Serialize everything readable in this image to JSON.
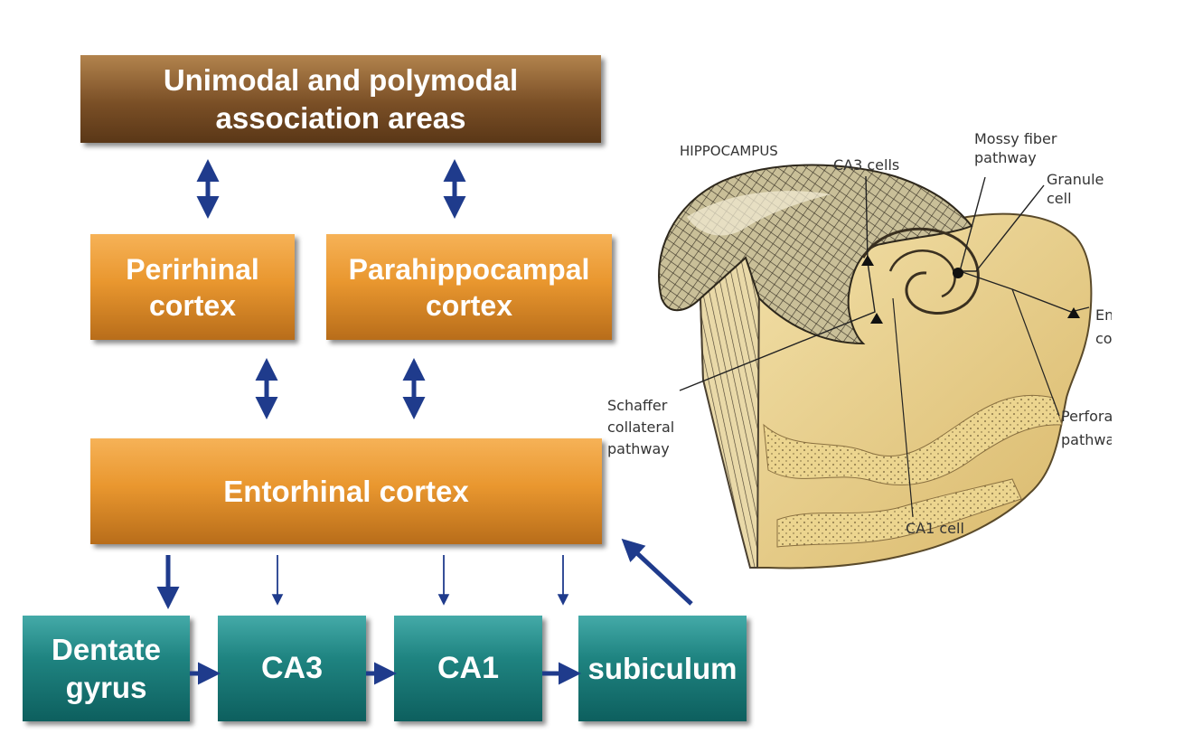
{
  "flowchart": {
    "association": "Unimodal and polymodal association areas",
    "perirhinal": "Perirhinal cortex",
    "parahippocampal": "Parahippocampal cortex",
    "entorhinal": "Entorhinal cortex",
    "dentate": "Dentate gyrus",
    "ca3": "CA3",
    "ca1": "CA1",
    "subiculum": "subiculum"
  },
  "illustration": {
    "title": "HIPPOCAMPUS",
    "labels": {
      "ca3_cells": "CA3 cells",
      "mossy_1": "Mossy fiber",
      "mossy_2": "pathway",
      "granule_1": "Granule",
      "granule_2": "cell",
      "entorhinal_1": "Entorhinal",
      "entorhinal_2": "cortex",
      "schaffer_1": "Schaffer",
      "schaffer_2": "collateral",
      "schaffer_3": "pathway",
      "perforant_1": "Perforant",
      "perforant_2": "pathway",
      "ca1_cell": "CA1 cell"
    }
  },
  "colors": {
    "arrow": "#1f3b8c",
    "brown": "#7a4f26",
    "orange": "#e9972f",
    "teal": "#1f8481"
  }
}
